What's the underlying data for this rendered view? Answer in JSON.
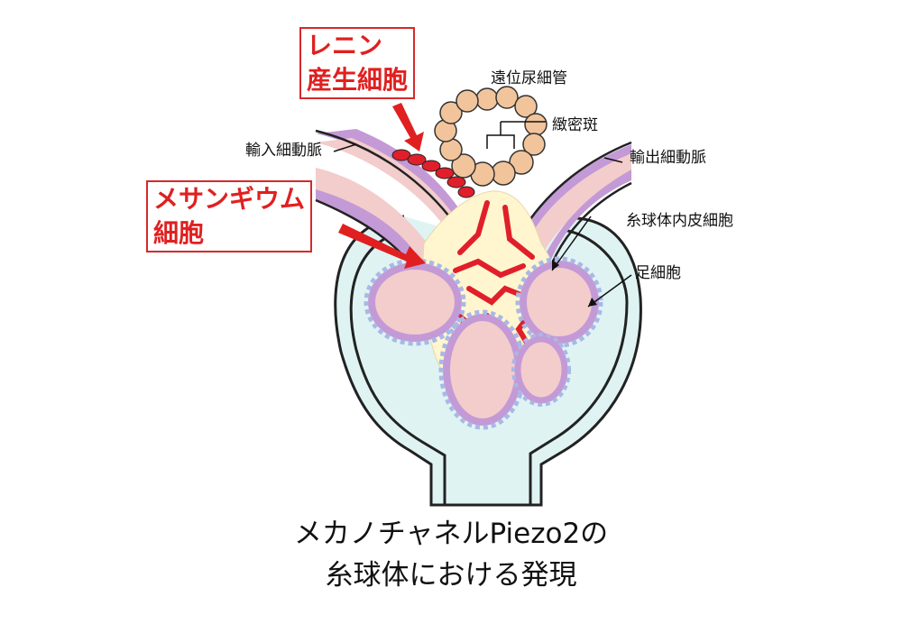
{
  "labels": {
    "renin_line1": "レニン",
    "renin_line2": "産生細胞",
    "mesangial_line1": "メサンギウム",
    "mesangial_line2": "細胞",
    "distal_tubule": "遠位尿細管",
    "macula_densa": "緻密斑",
    "afferent_arteriole": "輸入細動脈",
    "efferent_arteriole": "輸出細動脈",
    "glomerular_endothelial": "糸球体内皮細胞",
    "podocyte": "足細胞"
  },
  "caption": {
    "line1": "メカノチャネルPiezo2の",
    "line2": "糸球体における発現"
  },
  "colors": {
    "highlight": "#e02020",
    "capsule_fill": "#dff3f3",
    "capillary_fill": "#f3cccc",
    "capillary_wall": "#c39ad6",
    "podocyte": "#a9b8e6",
    "mesangium": "#fff6cf",
    "mesangial_cell": "#e01f2a",
    "tubule_cell": "#f2c49b"
  }
}
